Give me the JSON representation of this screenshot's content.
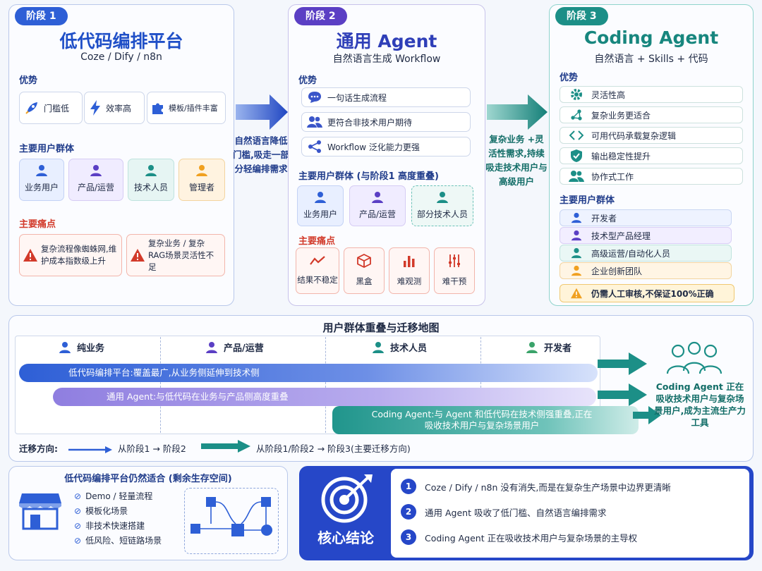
{
  "stage1": {
    "badge": "阶段 1",
    "title": "低代码编排平台",
    "subtitle": "Coze / Dify / n8n",
    "adv_title": "优势",
    "advantages": [
      "门槛低",
      "效率高",
      "模板/插件丰富"
    ],
    "users_title": "主要用户群体",
    "users": [
      "业务用户",
      "产品/运营",
      "技术人员",
      "管理者"
    ],
    "pain_title": "主要痛点",
    "pains": [
      "复杂流程像蜘蛛网,维护成本指数级上升",
      "复杂业务 / 复杂RAG场景灵活性不足"
    ]
  },
  "arrow12": "自然语言降低门槛,吸走一部分轻编排需求",
  "stage2": {
    "badge": "阶段 2",
    "title": "通用 Agent",
    "subtitle": "自然语言生成 Workflow",
    "adv_title": "优势",
    "advantages": [
      "一句话生成流程",
      "更符合非技术用户期待",
      "Workflow 泛化能力更强"
    ],
    "users_title": "主要用户群体 (与阶段1 高度重叠)",
    "users": [
      "业务用户",
      "产品/运营",
      "部分技术人员"
    ],
    "pain_title": "主要痛点",
    "pains": [
      "结果不稳定",
      "黑盒",
      "难观测",
      "难干预"
    ]
  },
  "arrow23": "复杂业务 +灵活性需求,持续吸走技术用户与高级用户",
  "stage3": {
    "badge": "阶段 3",
    "title": "Coding Agent",
    "subtitle": "自然语言 + Skills + 代码",
    "adv_title": "优势",
    "advantages": [
      "灵活性高",
      "复杂业务更适合",
      "可用代码承载复杂逻辑",
      "输出稳定性提升",
      "协作式工作"
    ],
    "users_title": "主要用户群体",
    "users": [
      "开发者",
      "技术型产品经理",
      "高级运营/自动化人员",
      "企业创新团队"
    ],
    "warning": "仍需人工审核,不保证100%正确"
  },
  "migration": {
    "title": "用户群体重叠与迁移地图",
    "columns": [
      "纯业务",
      "产品/运营",
      "技术人员",
      "开发者"
    ],
    "bands": [
      "低代码编排平台:覆盖最广,从业务侧延伸到技术侧",
      "通用 Agent:与低代码在业务与产品侧高度重叠",
      "Coding Agent:与 Agent 和低代码在技术侧强重叠,正在吸收技术用户与复杂场景用户"
    ],
    "side_note": "Coding Agent 正在吸收技术用户与复杂场景用户,成为主流生产力工具",
    "legend_label": "迁移方向:",
    "legend1": "从阶段1 → 阶段2",
    "legend2": "从阶段1/阶段2 → 阶段3(主要迁移方向)"
  },
  "remain": {
    "title": "低代码编排平台仍然适合 (剩余生存空间)",
    "items": [
      "Demo / 轻量流程",
      "模板化场景",
      "非技术快速搭建",
      "低风险、短链路场景"
    ]
  },
  "conclusion": {
    "title": "核心结论",
    "points": [
      "Coze / Dify / n8n 没有消失,而是在复杂生产场景中边界更清晰",
      "通用 Agent 吸收了低门槛、自然语言编排需求",
      "Coding Agent 正在吸收技术用户与复杂场景的主导权"
    ],
    "nums": [
      "1",
      "2",
      "3"
    ]
  },
  "colors": {
    "blue": "#2e5fd6",
    "purple": "#5b3fc4",
    "teal": "#1c8f87",
    "red": "#d23a2a",
    "orange": "#f0a020"
  }
}
